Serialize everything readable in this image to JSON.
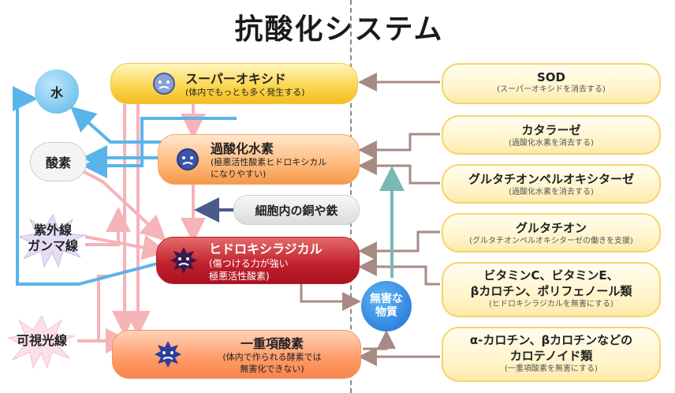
{
  "title": "抗酸化システム",
  "left_nodes": {
    "superoxide": {
      "label": "スーパーオキシド",
      "sub": "(体内でもっとも多く発生する)"
    },
    "hydrogen_peroxide": {
      "label": "過酸化水素",
      "sub": "(極悪活性酸素ヒドロキシカル\nになりやすい)"
    },
    "copper_iron": {
      "label": "細胞内の銅や鉄"
    },
    "hydroxyl": {
      "label": "ヒドロキシラジカル",
      "sub": "(傷つける力が強い\n極悪活性酸素)"
    },
    "singlet_oxygen": {
      "label": "一重項酸素",
      "sub": "(体内で作られる酵素では\n無害化できない)"
    }
  },
  "side_items": {
    "water": "水",
    "oxygen": "酸素",
    "uv_gamma": "紫外線\nガンマ線",
    "visible_light": "可視光線",
    "harmless": "無害な\n物質"
  },
  "right_nodes": [
    {
      "label": "SOD",
      "sub": "(スーパーオキシドを消去する)"
    },
    {
      "label": "カタラーゼ",
      "sub": "(過酸化水素を消去する)"
    },
    {
      "label": "グルタチオンペルオキシターゼ",
      "sub": "(過酸化水素を消去する)"
    },
    {
      "label": "グルタチオン",
      "sub": "(グルタチオンペルオキシターゼの働きを支援)"
    },
    {
      "label": "ビタミンC、ビタミンE、\nβカロチン、ポリフェノール類",
      "sub": "(ヒドロキシラジカルを無害にする)"
    },
    {
      "label": "α-カロチン、βカロチンなどの\nカロテノイド類",
      "sub": "(一重項酸素を無害にする)"
    }
  ],
  "colors": {
    "pink_arrow": "#f6b3b8",
    "blue_arrow": "#5ab4ea",
    "brown_arrow": "#a88a84",
    "teal_arrow": "#7ab8b4",
    "navy_arrow": "#4b5a8a"
  },
  "icons": [
    "angry-face-icon",
    "water-drop-icon",
    "cloud-icon",
    "starburst-icon"
  ]
}
